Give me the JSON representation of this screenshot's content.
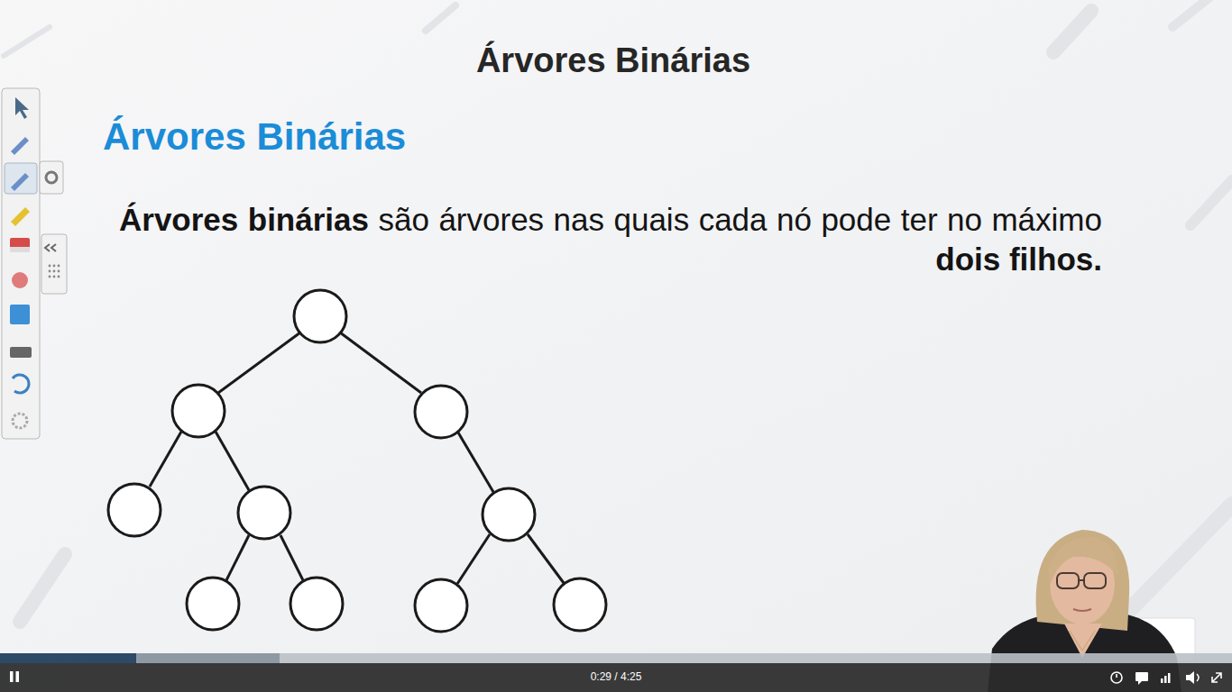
{
  "diagram": {
    "title": "Árvores Binárias",
    "labels": [
      "Árvores Binárias",
      "Árvores binárias",
      "são árvores nas quais cada nó pode ter no máximo",
      "dois filhos.",
      "0:29 / 4:25"
    ]
  }
}
